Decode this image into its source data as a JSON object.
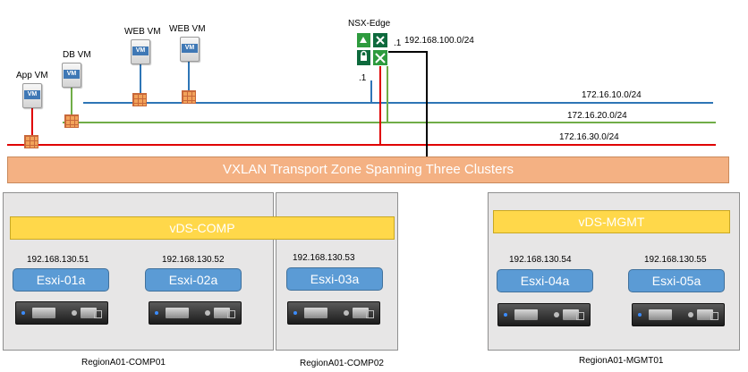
{
  "vms": {
    "app_label": "App VM",
    "db_label": "DB VM",
    "web1_label": "WEB VM",
    "web2_label": "WEB VM",
    "icon_text": "VM"
  },
  "edge": {
    "label": "NSX-Edge",
    "uplink_ip": "192.168.100.0/24",
    "uplink_suffix": ".1",
    "internal_suffix": ".1"
  },
  "networks": {
    "blue": {
      "cidr": "172.16.10.0/24",
      "color": "#2e75b6"
    },
    "green": {
      "cidr": "172.16.20.0/24",
      "color": "#70ad47"
    },
    "red": {
      "cidr": "172.16.30.0/24",
      "color": "#e00000"
    }
  },
  "transport_zone": {
    "label": "VXLAN Transport Zone Spanning Three Clusters",
    "color": "#f4b183"
  },
  "clusters": [
    {
      "name": "RegionA01-COMP01",
      "vds": "vDS-COMP",
      "hosts": [
        {
          "ip": "192.168.130.51",
          "name": "Esxi-01a"
        },
        {
          "ip": "192.168.130.52",
          "name": "Esxi-02a"
        }
      ]
    },
    {
      "name": "RegionA01-COMP02",
      "hosts": [
        {
          "ip": "192.168.130.53",
          "name": "Esxi-03a"
        }
      ]
    },
    {
      "name": "RegionA01-MGMT01",
      "vds": "vDS-MGMT",
      "hosts": [
        {
          "ip": "192.168.130.54",
          "name": "Esxi-04a"
        },
        {
          "ip": "192.168.130.55",
          "name": "Esxi-05a"
        }
      ]
    }
  ]
}
